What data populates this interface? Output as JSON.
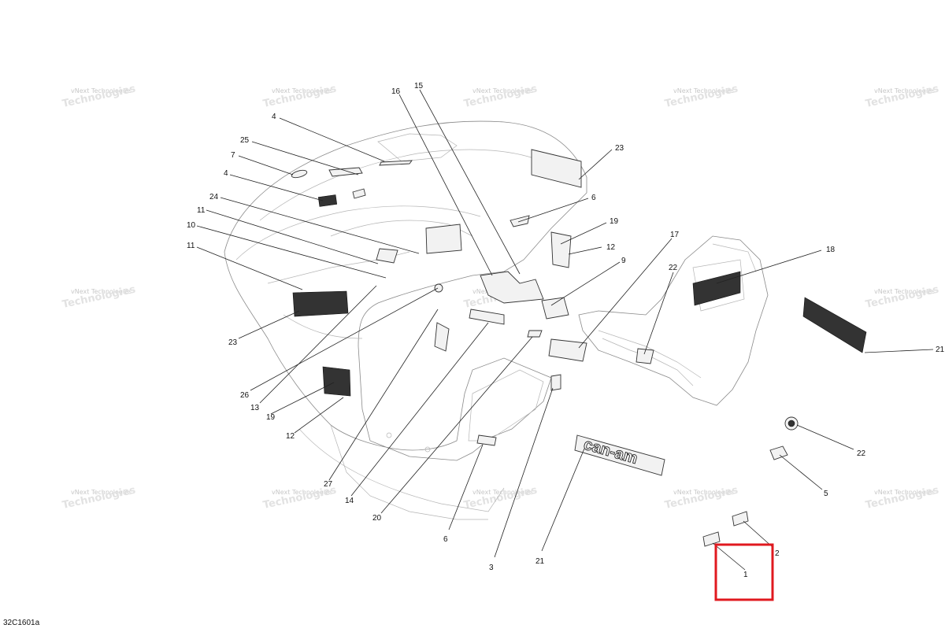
{
  "diagram": {
    "code": "32C1601a",
    "watermark": {
      "line1": "vNext Technologies",
      "line2": "Technologies"
    },
    "callouts": [
      {
        "id": "c16",
        "label": "16"
      },
      {
        "id": "c15",
        "label": "15"
      },
      {
        "id": "c4a",
        "label": "4"
      },
      {
        "id": "c25",
        "label": "25"
      },
      {
        "id": "c7",
        "label": "7"
      },
      {
        "id": "c4b",
        "label": "4"
      },
      {
        "id": "c24",
        "label": "24"
      },
      {
        "id": "c11a",
        "label": "11"
      },
      {
        "id": "c10",
        "label": "10"
      },
      {
        "id": "c11b",
        "label": "11"
      },
      {
        "id": "c23a",
        "label": "23"
      },
      {
        "id": "c23b",
        "label": "23"
      },
      {
        "id": "c6a",
        "label": "6"
      },
      {
        "id": "c19a",
        "label": "19"
      },
      {
        "id": "c12a",
        "label": "12"
      },
      {
        "id": "c9",
        "label": "9"
      },
      {
        "id": "c17",
        "label": "17"
      },
      {
        "id": "c22a",
        "label": "22"
      },
      {
        "id": "c18",
        "label": "18"
      },
      {
        "id": "c21a",
        "label": "21"
      },
      {
        "id": "c26",
        "label": "26"
      },
      {
        "id": "c13",
        "label": "13"
      },
      {
        "id": "c19b",
        "label": "19"
      },
      {
        "id": "c12b",
        "label": "12"
      },
      {
        "id": "c27",
        "label": "27"
      },
      {
        "id": "c14",
        "label": "14"
      },
      {
        "id": "c20",
        "label": "20"
      },
      {
        "id": "c6b",
        "label": "6"
      },
      {
        "id": "c3",
        "label": "3"
      },
      {
        "id": "c21b",
        "label": "21"
      },
      {
        "id": "c22b",
        "label": "22"
      },
      {
        "id": "c5",
        "label": "5"
      },
      {
        "id": "c2",
        "label": "2"
      },
      {
        "id": "c1",
        "label": "1"
      }
    ],
    "logo_text": "can-am",
    "highlight_color": "#e0191f"
  }
}
